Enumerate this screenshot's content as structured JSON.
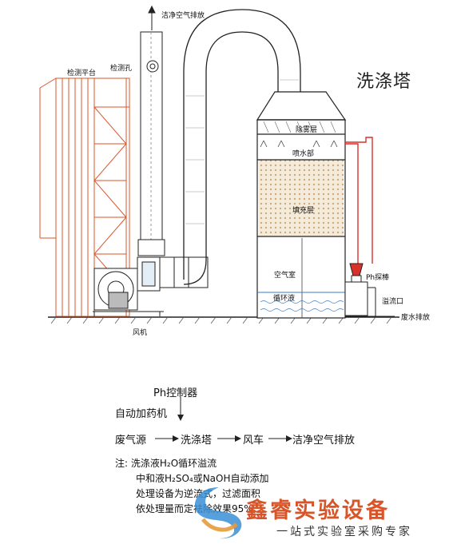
{
  "title": "洗涤塔",
  "labels": {
    "clean_exhaust_top": "洁净空气排放",
    "monitor_platform": "检测平台",
    "monitor_hole": "检测孔",
    "demister": "除雾层",
    "spray": "喷水部",
    "packing": "填充层",
    "air_chamber": "空气室",
    "circulating_liquid": "循环液",
    "ph_probe": "Ph探棒",
    "overflow": "溢流口",
    "wastewater": "废水排放",
    "fan": "风机"
  },
  "flow": {
    "ph_controller": "Ph控制器",
    "auto_dosing": "自动加药机",
    "source": "废气源",
    "scrubber": "洗涤塔",
    "fan": "风车",
    "exhaust": "洁净空气排放"
  },
  "notes": {
    "line1": "注: 洗涤液H₂O循环溢流",
    "line2": "中和液H₂SO₄或NaOH自动添加",
    "line3": "处理设备为逆流式，过滤面积",
    "line4": "依处理量而定祛除效果95%"
  },
  "brand": {
    "name": "鑫睿实验设备",
    "slogan": "一站式实验室采购专家"
  },
  "colors": {
    "platform_red": "#d8552a",
    "ph_line_red": "#d9302a",
    "packing_tan": "#e8d3ae",
    "brand_orange": "#d8552a",
    "brand_blue": "#3a8fd6"
  }
}
